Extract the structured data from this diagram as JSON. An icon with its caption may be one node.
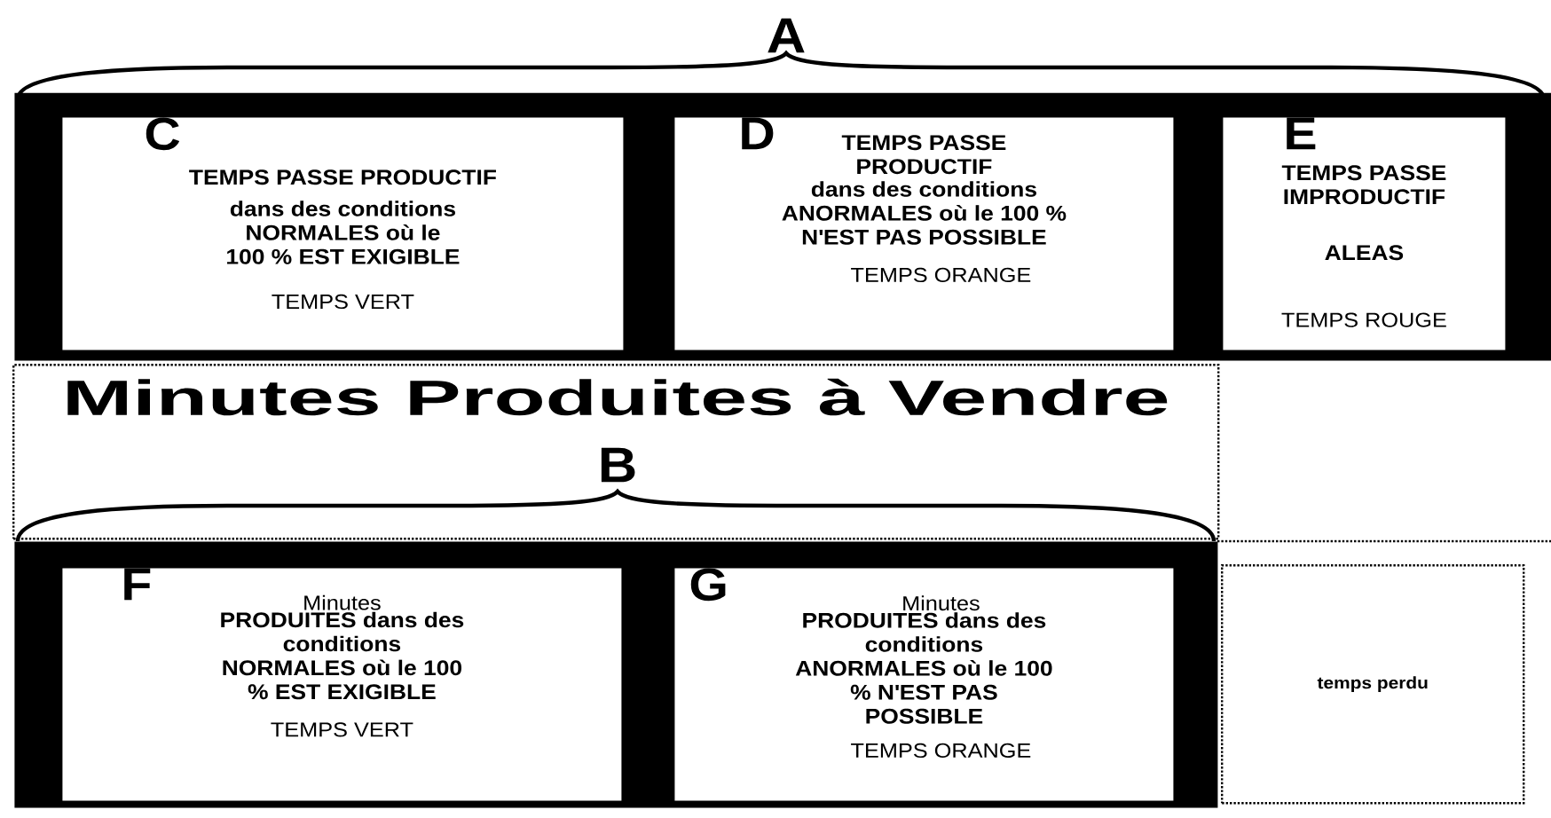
{
  "diagram": {
    "nodes": [
      {
        "text": [],
        "shape": "bar"
      },
      {
        "text": [
          "C",
          "TEMPS PASSE PRODUCTIF",
          "dans des conditions NORMALES où le 100 % EST EXIGIBLE",
          "TEMPS VERT"
        ],
        "in": 0
      },
      {
        "text": [
          "D",
          "TEMPS PASSE PRODUCTIF",
          "dans des conditions ANORMALES où le 100 % N'EST PAS POSSIBLE",
          "TEMPS ORANGE"
        ],
        "in": 0
      },
      {
        "text": [
          "E",
          "TEMPS PASSE IMPRODUCTIF",
          "ALEAS",
          "TEMPS ROUGE"
        ],
        "in": 0
      },
      {
        "text": [
          "Minutes Produites à Vendre"
        ]
      },
      {
        "text": [],
        "shape": "bar"
      },
      {
        "text": [
          "F",
          "Minutes",
          "PRODUITES dans des conditions NORMALES où le 100 % EST EXIGIBLE",
          "TEMPS VERT"
        ],
        "in": 5
      },
      {
        "text": [
          "G",
          "Minutes",
          "PRODUITES dans des conditions ANORMALES où le 100 % N'EST PAS POSSIBLE",
          "TEMPS ORANGE"
        ],
        "in": 5
      },
      {
        "text": [
          "temps perdu"
        ]
      }
    ],
    "edges": [],
    "labels": [
      "A",
      "B"
    ]
  }
}
